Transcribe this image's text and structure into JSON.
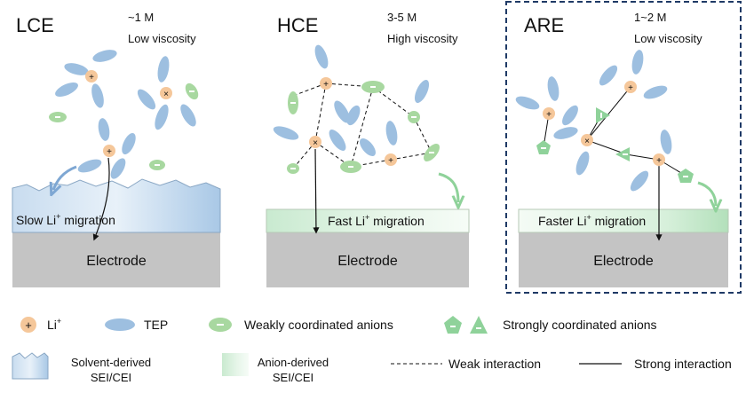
{
  "panels": [
    {
      "title": "LCE",
      "concentration": "~1 M",
      "viscosity": "Low viscosity",
      "migration_prefix": "Slow Li",
      "migration_suffix": " migration",
      "sup": "+",
      "electrode": "Electrode"
    },
    {
      "title": "HCE",
      "concentration": "3-5 M",
      "viscosity": "High viscosity",
      "migration_prefix": "Fast Li",
      "migration_suffix": " migration",
      "sup": "+",
      "electrode": "Electrode"
    },
    {
      "title": "ARE",
      "concentration": "1~2 M",
      "viscosity": "Low viscosity",
      "migration_prefix": "Faster Li",
      "migration_suffix": " migration",
      "sup": "+",
      "electrode": "Electrode"
    }
  ],
  "legend": {
    "li_base": "Li",
    "li_sup": "+",
    "tep": "TEP",
    "weak_anions": "Weakly coordinated anions",
    "strong_anions": "Strongly coordinated anions",
    "solvent_sei_line1": "Solvent-derived",
    "solvent_sei_line2": "SEI/CEI",
    "anion_sei_line1": "Anion-derived",
    "anion_sei_line2": "SEI/CEI",
    "weak_interaction": "Weak interaction",
    "strong_interaction": "Strong interaction"
  },
  "colors": {
    "li_ion": "#f5c79a",
    "tep": "#9dbfe0",
    "anion": "#a8d8a0",
    "electrode": "#c4c4c4",
    "highlight_border": "#1f3a66"
  }
}
